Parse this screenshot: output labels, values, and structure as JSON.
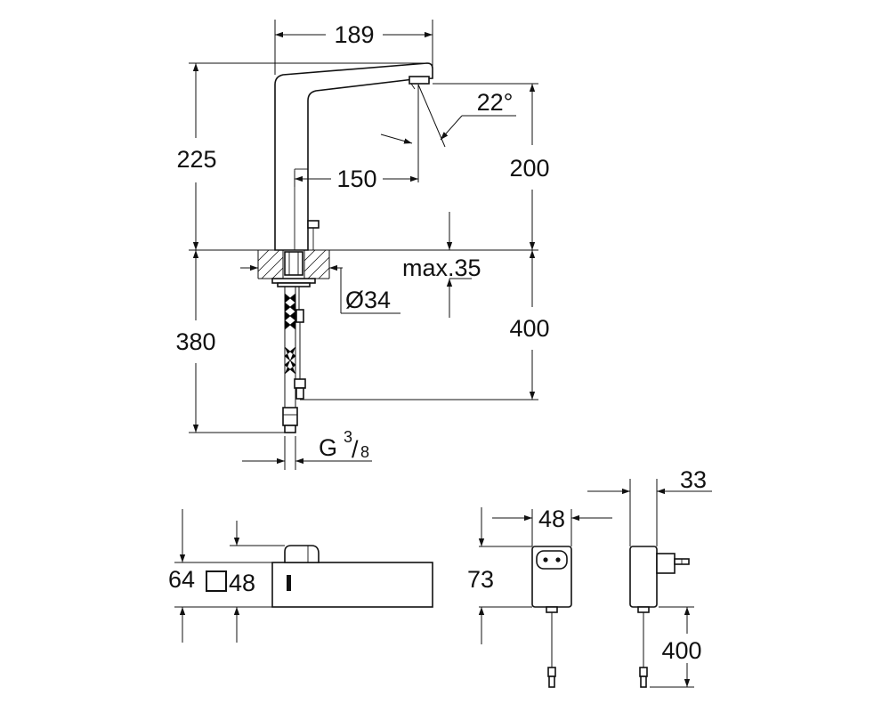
{
  "dimensions": {
    "spout_reach": "189",
    "spray_angle": "22°",
    "faucet_height": "225",
    "spout_offset": "150",
    "outlet_height": "200",
    "max_deck_thickness": "max.35",
    "hole_diameter": "Ø34",
    "hose_length_cold": "380",
    "cable_length": "400",
    "thread_g": "G",
    "thread_num": "3",
    "thread_slash": "/",
    "thread_den": "8",
    "spout_height": "64",
    "body_square": "48",
    "psu_width": "48",
    "psu_height": "73",
    "psu_depth": "33",
    "psu_cable_length": "400"
  }
}
